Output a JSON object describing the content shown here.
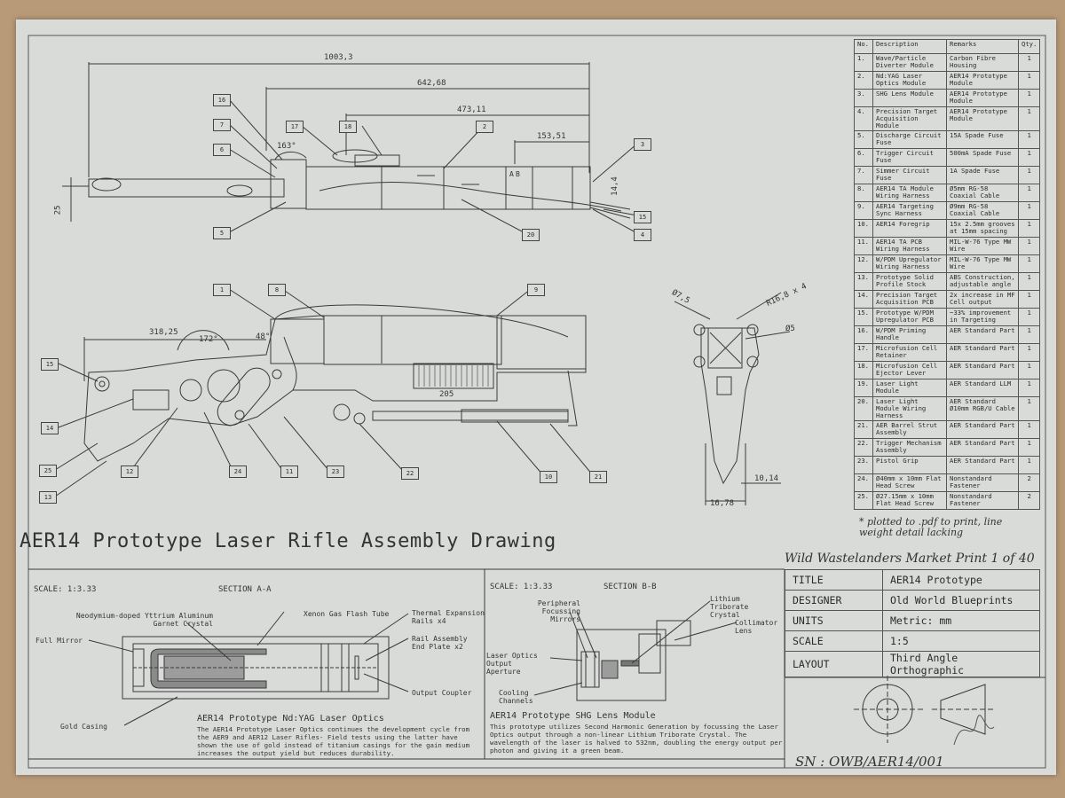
{
  "drawing_title": "AER14 Prototype Laser Rifle Assembly Drawing",
  "dimensions": {
    "overall": "1003,3",
    "d2": "642,68",
    "d3": "473,11",
    "d4": "153,51",
    "height_barrel": "14,4",
    "height_stock": "25",
    "angle1": "163°",
    "stock_len": "318,25",
    "angle2": "172°",
    "angle3": "48°",
    "rail": "205",
    "d_front1": "Ø7,5",
    "d_front2": "R16,8 x 4",
    "d_front3": "Ø5",
    "front_w": "16,78",
    "front_h": "10,14"
  },
  "section_marks": {
    "a": "A",
    "b": "B"
  },
  "callouts_top": [
    "16",
    "7",
    "6",
    "5",
    "17",
    "18",
    "2",
    "3",
    "15",
    "4",
    "20"
  ],
  "callouts_bottom": [
    "1",
    "8",
    "9",
    "15",
    "14",
    "25",
    "13",
    "12",
    "24",
    "11",
    "23",
    "22",
    "10",
    "21"
  ],
  "parts_header": {
    "no": "No.",
    "desc": "Description",
    "rem": "Remarks",
    "qty": "Qty."
  },
  "parts": [
    {
      "no": "1.",
      "desc": "Wave/Particle Diverter Module",
      "rem": "Carbon Fibre Housing",
      "qty": "1"
    },
    {
      "no": "2.",
      "desc": "Nd:YAG Laser Optics Module",
      "rem": "AER14 Prototype Module",
      "qty": "1"
    },
    {
      "no": "3.",
      "desc": "SHG Lens Module",
      "rem": "AER14 Prototype Module",
      "qty": "1"
    },
    {
      "no": "4.",
      "desc": "Precision Target Acquisition Module",
      "rem": "AER14 Prototype Module",
      "qty": "1"
    },
    {
      "no": "5.",
      "desc": "Discharge Circuit Fuse",
      "rem": "15A Spade Fuse",
      "qty": "1"
    },
    {
      "no": "6.",
      "desc": "Trigger Circuit Fuse",
      "rem": "500mA Spade Fuse",
      "qty": "1"
    },
    {
      "no": "7.",
      "desc": "Simmer Circuit Fuse",
      "rem": "1A Spade Fuse",
      "qty": "1"
    },
    {
      "no": "8.",
      "desc": "AER14 TA Module Wiring Harness",
      "rem": "Ø5mm RG-58 Coaxial Cable",
      "qty": "1"
    },
    {
      "no": "9.",
      "desc": "AER14 Targeting Sync Harness",
      "rem": "Ø9mm RG-58 Coaxial Cable",
      "qty": "1"
    },
    {
      "no": "10.",
      "desc": "AER14 Foregrip",
      "rem": "15x 2.5mm grooves at 15mm spacing",
      "qty": "1"
    },
    {
      "no": "11.",
      "desc": "AER14 TA PCB Wiring Harness",
      "rem": "MIL-W-76 Type MW Wire",
      "qty": "1"
    },
    {
      "no": "12.",
      "desc": "W/PDM Upregulator Wiring Harness",
      "rem": "MIL-W-76 Type MW Wire",
      "qty": "1"
    },
    {
      "no": "13.",
      "desc": "Prototype Solid Profile Stock",
      "rem": "ABS Construction, adjustable angle",
      "qty": "1"
    },
    {
      "no": "14.",
      "desc": "Precision Target Acquisition PCB",
      "rem": "2x increase in MF Cell output",
      "qty": "1"
    },
    {
      "no": "15.",
      "desc": "Prototype W/PDM Upregulator PCB",
      "rem": "~33% improvement in Targeting",
      "qty": "1"
    },
    {
      "no": "16.",
      "desc": "W/PDM Priming Handle",
      "rem": "AER Standard Part",
      "qty": "1"
    },
    {
      "no": "17.",
      "desc": "Microfusion Cell Retainer",
      "rem": "AER Standard Part",
      "qty": "1"
    },
    {
      "no": "18.",
      "desc": "Microfusion Cell Ejector Lever",
      "rem": "AER Standard Part",
      "qty": "1"
    },
    {
      "no": "19.",
      "desc": "Laser Light Module",
      "rem": "AER Standard LLM",
      "qty": "1"
    },
    {
      "no": "20.",
      "desc": "Laser Light Module Wiring Harness",
      "rem": "AER Standard Ø10mm RGB/U Cable",
      "qty": "1"
    },
    {
      "no": "21.",
      "desc": "AER Barrel Strut Assembly",
      "rem": "AER Standard Part",
      "qty": "1"
    },
    {
      "no": "22.",
      "desc": "Trigger Mechanism Assembly",
      "rem": "AER Standard Part",
      "qty": "1"
    },
    {
      "no": "23.",
      "desc": "Pistol Grip",
      "rem": "AER Standard Part",
      "qty": "1"
    },
    {
      "no": "24.",
      "desc": "Ø40mm x 10mm Flat Head Screw",
      "rem": "Nonstandard Fastener",
      "qty": "2"
    },
    {
      "no": "25.",
      "desc": "Ø27.15mm x 10mm Flat Head Screw",
      "rem": "Nonstandard Fastener",
      "qty": "2"
    }
  ],
  "handwritten_note": "* plotted to .pdf to print, line weight detail lacking",
  "print_note": "Wild Wastelanders Market Print 1 of 40",
  "title_block": [
    {
      "k": "TITLE",
      "v": "AER14 Prototype"
    },
    {
      "k": "DESIGNER",
      "v": "Old World Blueprints"
    },
    {
      "k": "UNITS",
      "v": "Metric: mm"
    },
    {
      "k": "SCALE",
      "v": "1:5"
    },
    {
      "k": "LAYOUT",
      "v": "Third Angle Orthographic"
    }
  ],
  "serial": "SN : OWB/AER14/001",
  "section_a": {
    "scale": "SCALE: 1:3.33",
    "title": "SECTION A-A",
    "labels": {
      "crystal": "Neodymium-doped Yttrium Aluminum Garnet Crystal",
      "tube": "Xenon Gas Flash Tube",
      "rails": "Thermal Expansion Rails x4",
      "mirror": "Full Mirror",
      "endplate": "Rail Assembly End Plate x2",
      "coupler": "Output Coupler",
      "casing": "Gold Casing"
    },
    "caption": "AER14 Prototype Nd:YAG Laser Optics",
    "body": "The AER14 Prototype Laser Optics continues the development cycle from the AER9 and AER12 Laser Rifles- Field tests using the latter have shown the use of gold instead of titanium casings for the gain medium increases the output yield but reduces durability."
  },
  "section_b": {
    "scale": "SCALE: 1:3.33",
    "title": "SECTION B-B",
    "labels": {
      "peripheral": "Peripheral Focussing Mirrors",
      "crystal": "Lithium Triborate Crystal",
      "collimator": "Collimator Lens",
      "aperture": "Laser Optics Output Aperture",
      "cooling": "Cooling Channels"
    },
    "caption": "AER14 Prototype SHG Lens Module",
    "body": "This prototype utilizes Second Harmonic Generation by focussing the Laser Optics output through a non-linear Lithium Triborate Crystal. The wavelength of the laser is halved to 532nm, doubling the energy output per photon and giving it a green beam."
  }
}
